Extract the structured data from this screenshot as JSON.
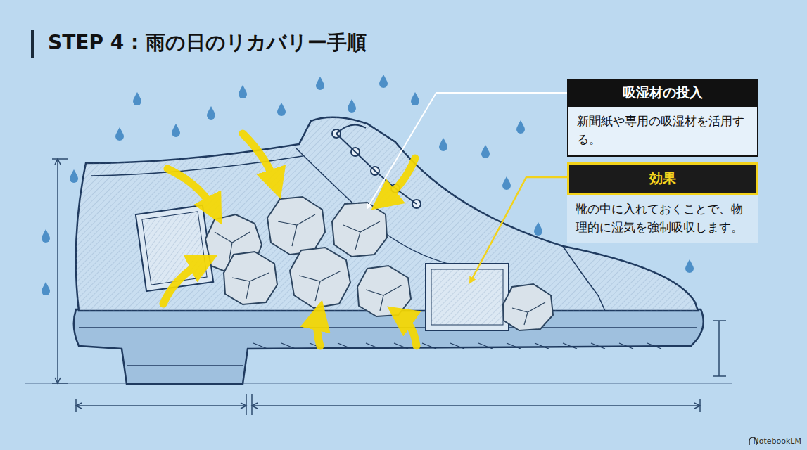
{
  "diagram": {
    "title": "STEP 4 : 雨の日のリカバリー手順",
    "nodes": [
      {
        "text": [
          "吸湿材の投入",
          "新聞紙や専用の吸湿材を活用する。"
        ]
      },
      {
        "text": [
          "効果",
          "靴の中に入れておくことで、物理的に湿気を強制吸収します。"
        ]
      }
    ],
    "labels": [
      "NotebookLM"
    ]
  }
}
